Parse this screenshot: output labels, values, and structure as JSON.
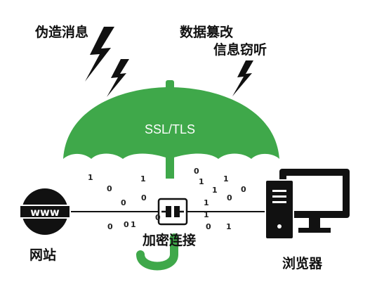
{
  "labels": {
    "threat_forgery": "伪造消息",
    "threat_tamper": "数据篡改",
    "threat_eavesdrop": "信息窃听",
    "umbrella_text": "SSL/TLS",
    "website_icon_text": "www",
    "website": "网站",
    "encrypted_link": "加密连接",
    "browser": "浏览器"
  },
  "bits": [
    "1",
    "0",
    "1",
    "0",
    "0",
    "0",
    "1",
    "1",
    "0",
    "1",
    "0",
    "1",
    "0",
    "1",
    "1",
    "0",
    "0",
    "1",
    "0"
  ],
  "colors": {
    "umbrella_green": "#3fa84a",
    "dark": "#111111",
    "white": "#ffffff"
  }
}
